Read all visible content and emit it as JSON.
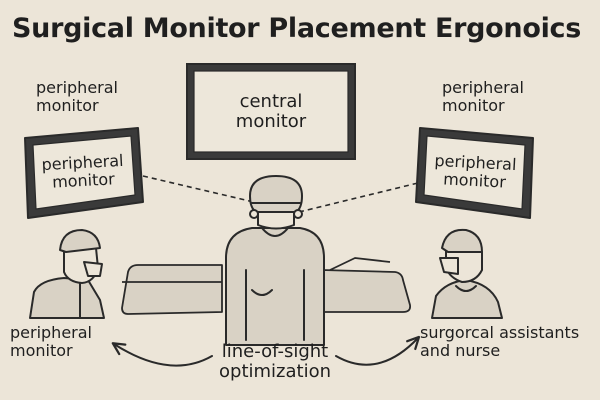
{
  "title": "Surgical Monitor Placement Ergonoics",
  "labels": {
    "left_top": [
      "peripheral",
      "monitor"
    ],
    "right_top": [
      "peripheral",
      "monitor"
    ],
    "center_monitor": [
      "central",
      "monitor"
    ],
    "left_monitor": [
      "peripheral",
      "monitor"
    ],
    "right_monitor": [
      "peripheral",
      "monitor"
    ],
    "bottom_left": [
      "peripheral",
      "monitor"
    ],
    "bottom_right": [
      "surgorcal assistants",
      "and nurse"
    ],
    "bottom_center": [
      "line-of-sight",
      "optimization"
    ]
  },
  "colors": {
    "background": "#ece5d8",
    "ink": "#2a2a2a",
    "screen": "#ede7da",
    "bezel": "#3a3a3a",
    "fill": "#d9d2c5"
  },
  "icons": [
    "surgeon-figure",
    "assistant-figure",
    "nurse-figure",
    "operating-table",
    "monitor",
    "curved-arrow"
  ]
}
